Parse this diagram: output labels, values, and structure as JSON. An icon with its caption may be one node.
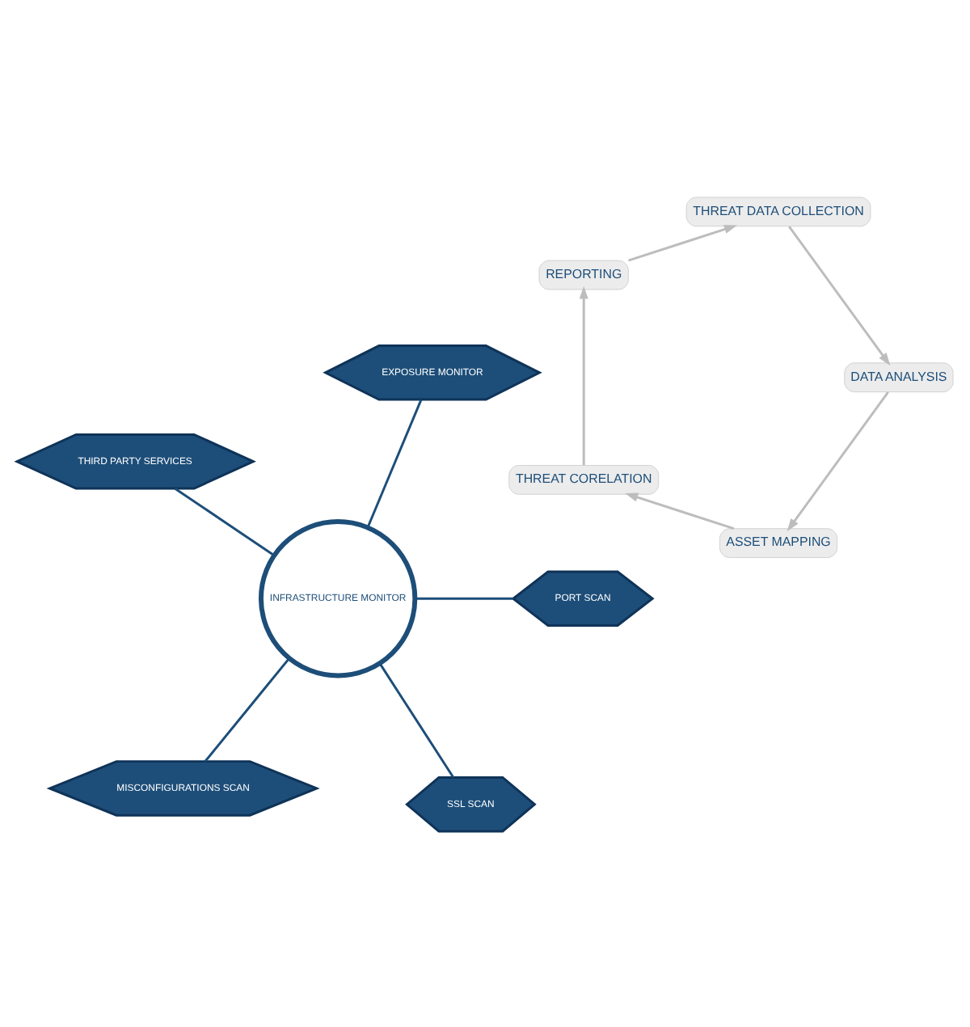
{
  "diagram": {
    "nodes": [
      {
        "text": [
          "ASSET MAPPING"
        ]
      },
      {
        "text": [
          "THREAT CORELATION"
        ]
      },
      {
        "text": [
          "REPORTING"
        ]
      },
      {
        "text": [
          "THREAT DATA COLLECTION"
        ]
      },
      {
        "text": [
          "DATA ANALYSIS"
        ]
      },
      {
        "text": [
          "INFRASTRUCTURE MONITOR"
        ]
      },
      {
        "text": [
          "PORT SCAN"
        ]
      },
      {
        "text": [
          "EXPOSURE MONITOR"
        ]
      },
      {
        "text": [
          "THIRD PARTY SERVICES"
        ]
      },
      {
        "text": [
          "MISCONFIGURATIONS SCAN"
        ]
      },
      {
        "text": [
          "SSL SCAN"
        ]
      }
    ],
    "edges": [
      {
        "from": 0,
        "to": 1,
        "arrow": "to"
      },
      {
        "from": 1,
        "to": 2,
        "arrow": "to"
      },
      {
        "from": 2,
        "to": 3,
        "arrow": "to"
      },
      {
        "from": 3,
        "to": 4,
        "arrow": "to"
      },
      {
        "from": 4,
        "to": 0,
        "arrow": "to"
      },
      {
        "from": 5,
        "to": 6,
        "arrow": "none",
        "color": "#1d4e79"
      },
      {
        "from": 5,
        "to": 7,
        "arrow": "none",
        "color": "#1d4e79"
      },
      {
        "from": 5,
        "to": 8,
        "arrow": "none",
        "color": "#1d4e79"
      },
      {
        "from": 5,
        "to": 9,
        "arrow": "none",
        "color": "#1d4e79"
      },
      {
        "from": 5,
        "to": 10,
        "arrow": "none",
        "color": "#1d4e79"
      }
    ]
  }
}
